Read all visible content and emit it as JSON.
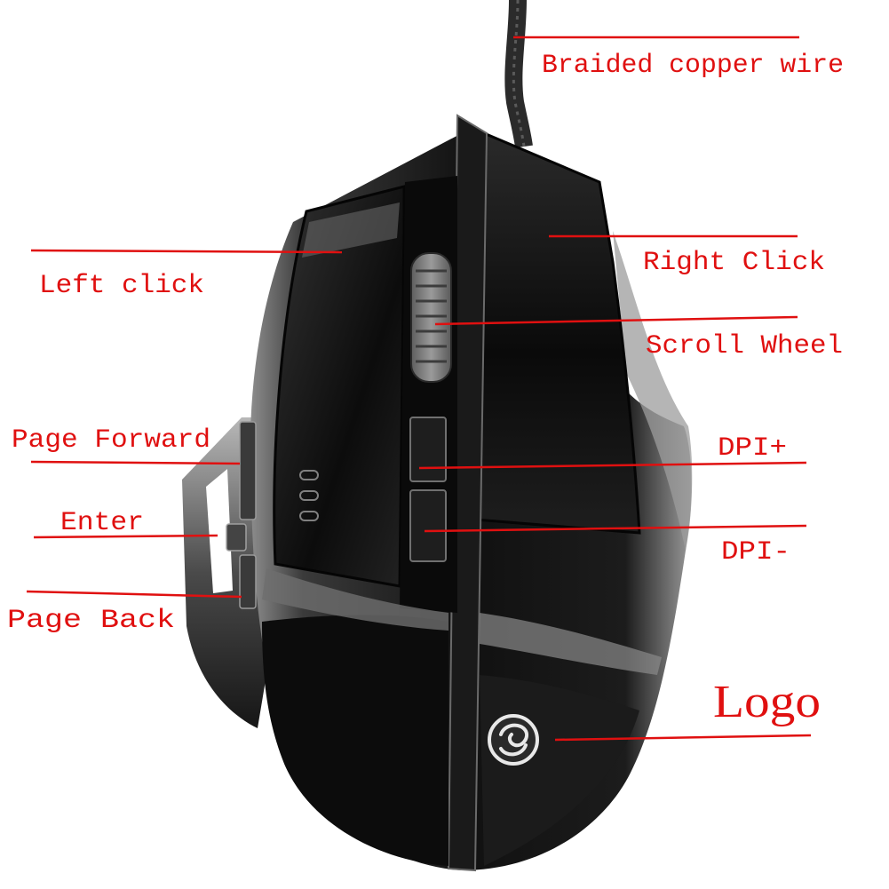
{
  "labels": {
    "braided_wire": "Braided copper wire",
    "left_click": "Left click",
    "right_click": "Right Click",
    "scroll_wheel": "Scroll Wheel",
    "page_forward": "Page Forward",
    "dpi_plus": "DPI+",
    "enter": "Enter",
    "dpi_minus": "DPI-",
    "page_back": "Page  Back",
    "logo": "Logo"
  },
  "colors": {
    "label": "#e01010",
    "leader_line": "#e01010",
    "mouse_body": "#141414",
    "mouse_highlight": "#8a8a8a",
    "background": "#ffffff"
  },
  "icons": {
    "brand_logo": "swirl-logo-icon"
  }
}
